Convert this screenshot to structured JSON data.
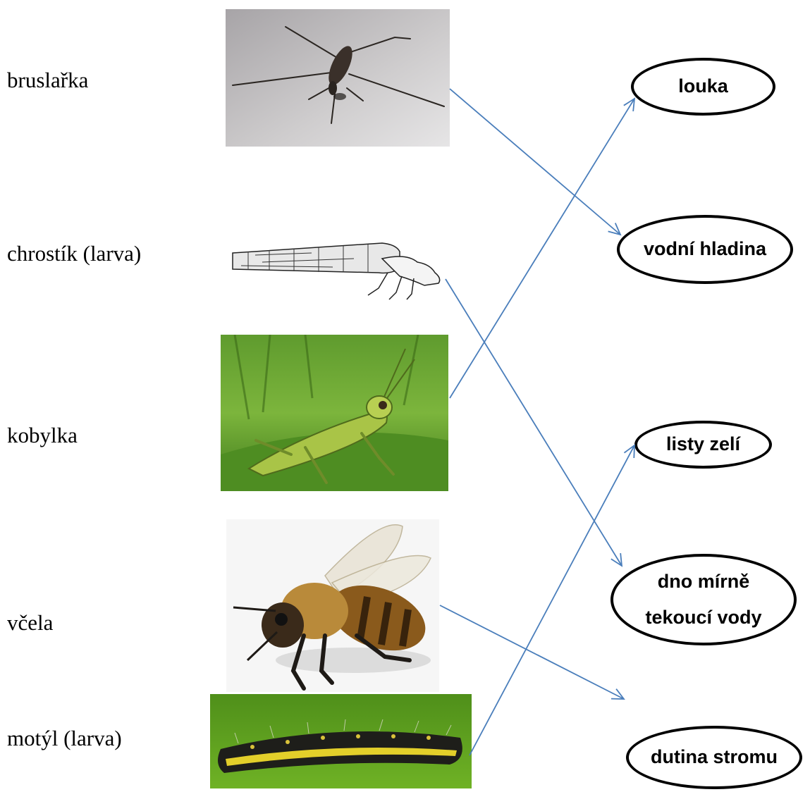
{
  "animals": [
    {
      "name": "bruslařka",
      "photo": "water-strider"
    },
    {
      "name": "chrostík (larva)",
      "photo": "caddisfly-larva"
    },
    {
      "name": "kobylka",
      "photo": "grasshopper"
    },
    {
      "name": "včela",
      "photo": "honeybee"
    },
    {
      "name": "motýl (larva)",
      "photo": "caterpillar"
    }
  ],
  "habitats": [
    {
      "lines": [
        "louka"
      ]
    },
    {
      "lines": [
        "vodní hladina"
      ]
    },
    {
      "lines": [
        "listy zelí"
      ]
    },
    {
      "lines": [
        "dno mírně",
        "tekoucí vody"
      ]
    },
    {
      "lines": [
        "dutina stromu"
      ]
    }
  ],
  "connections": [
    {
      "from": "bruslařka",
      "to": "vodní hladina"
    },
    {
      "from": "chrostík (larva)",
      "to": "dno mírně tekoucí vody"
    },
    {
      "from": "kobylka",
      "to": "louka"
    },
    {
      "from": "včela",
      "to": "dutina stromu"
    },
    {
      "from": "motýl (larva)",
      "to": "listy zelí"
    }
  ],
  "colors": {
    "arrow": "#4a7ebb",
    "text": "#000000"
  }
}
